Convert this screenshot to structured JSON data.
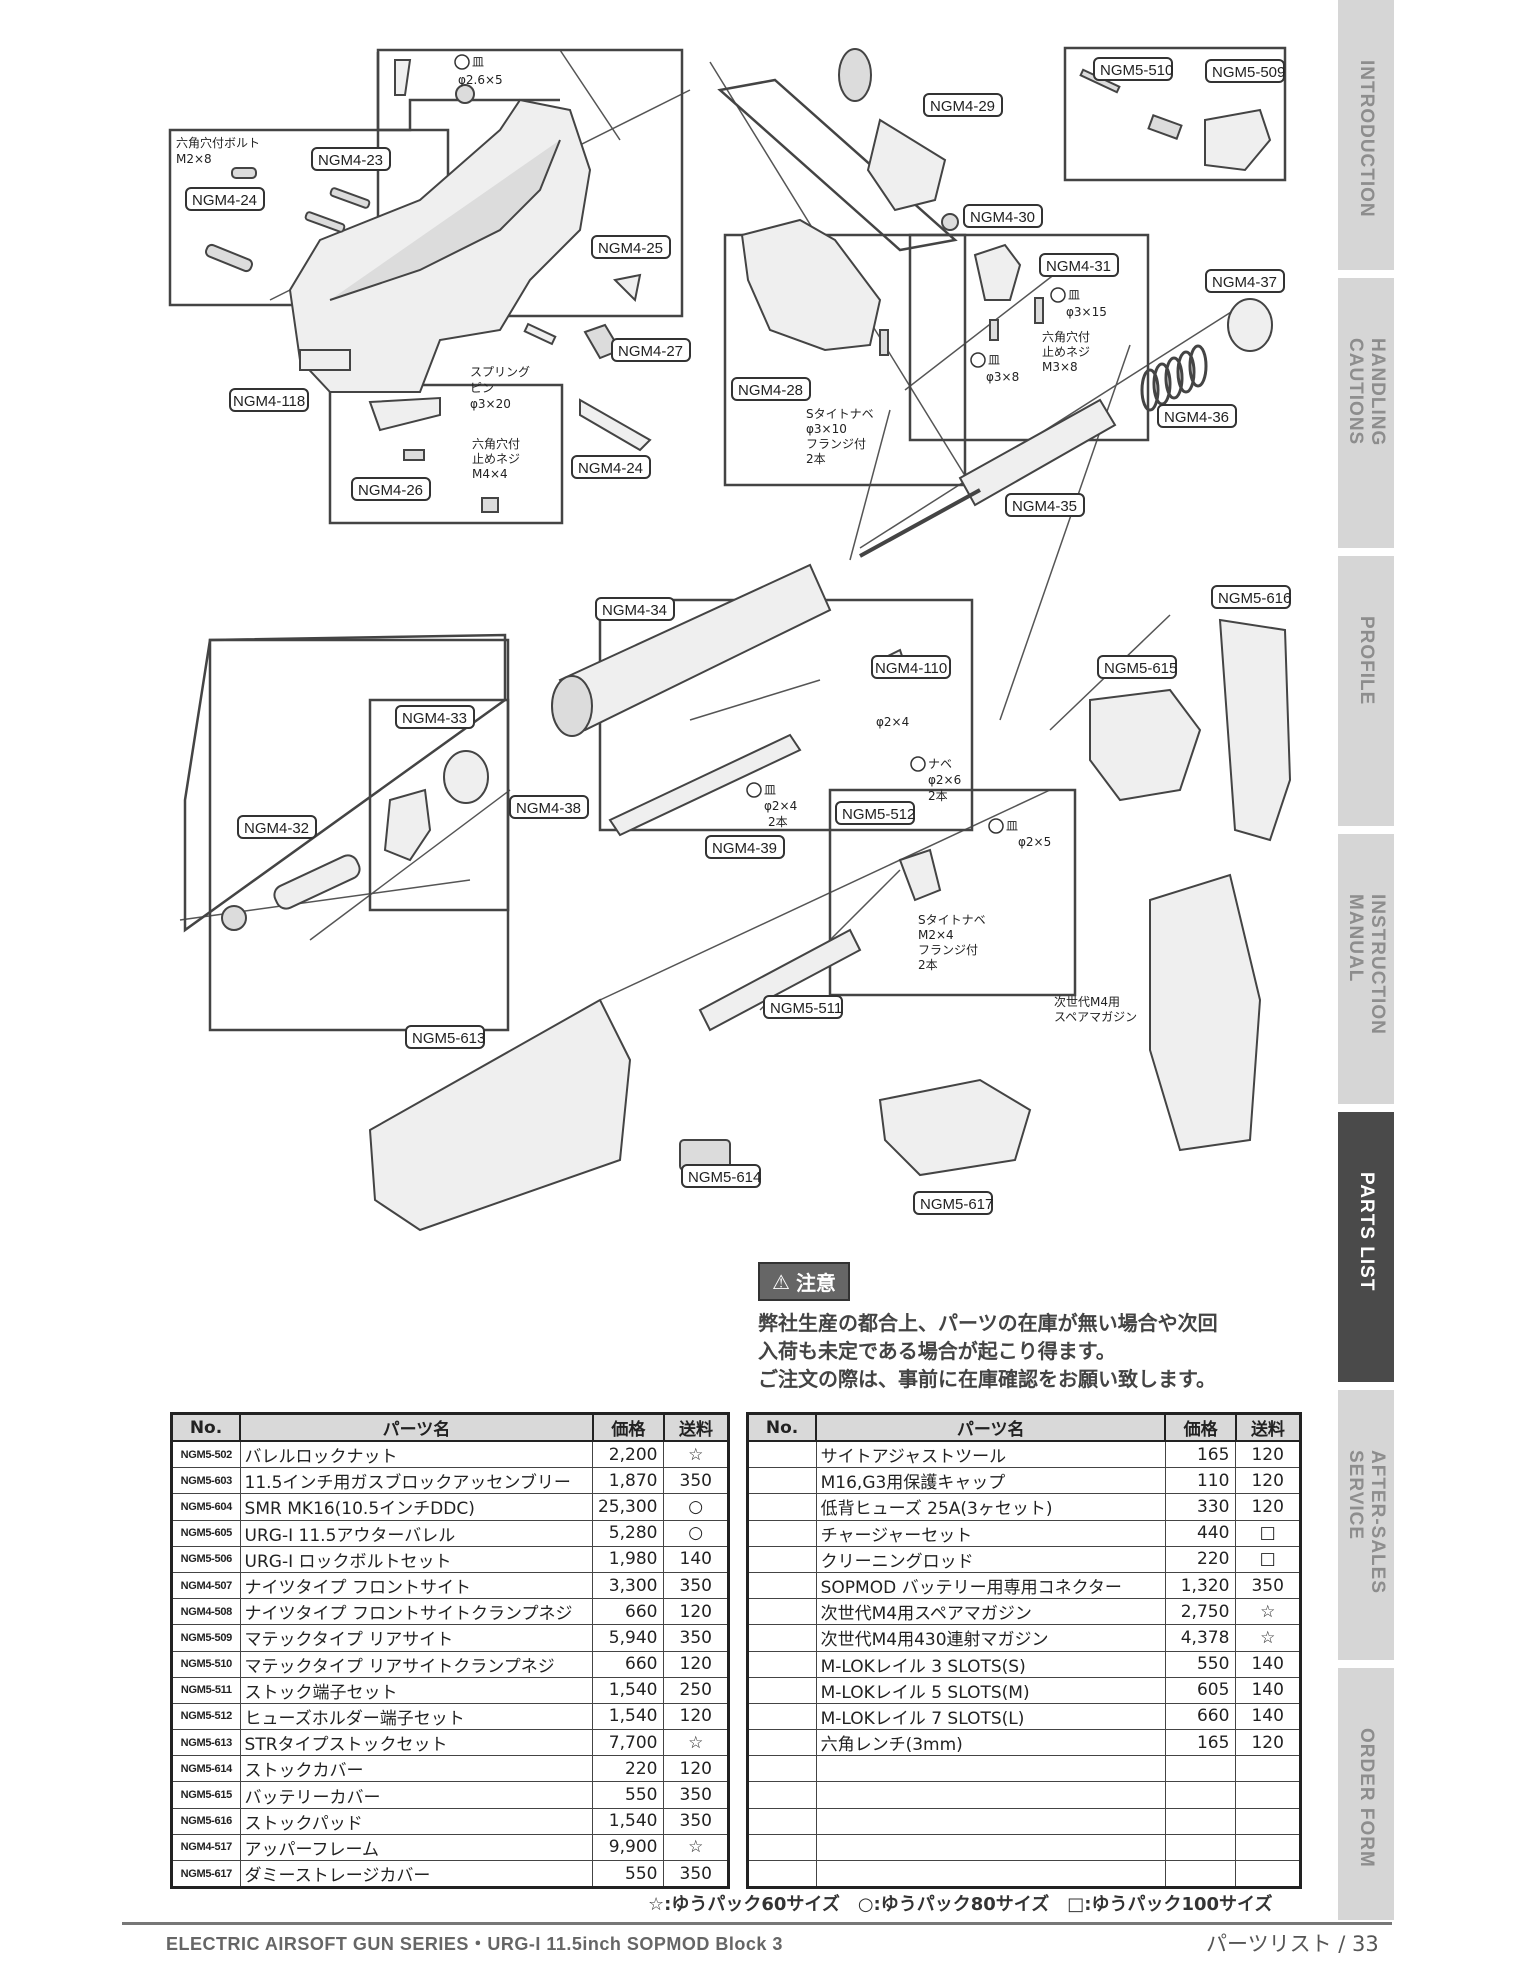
{
  "tabs": [
    {
      "label": "INTRODUCTION",
      "active": false
    },
    {
      "label": "HANDLING CAUTIONS",
      "active": false
    },
    {
      "label": "PROFILE",
      "active": false
    },
    {
      "label": "INSTRUCTION MANUAL",
      "active": false
    },
    {
      "label": "PARTS LIST",
      "active": true
    },
    {
      "label": "AFTER-SALES SERVICE",
      "active": false
    },
    {
      "label": "ORDER FORM",
      "active": false
    }
  ],
  "diagram": {
    "labels": {
      "ngm4_23": "NGM4-23",
      "ngm4_24a": "NGM4-24",
      "ngm4_25": "NGM4-25",
      "ngm4_27": "NGM4-27",
      "ngm4_118": "NGM4-118",
      "ngm4_26": "NGM4-26",
      "ngm4_24b": "NGM4-24",
      "ngm4_29": "NGM4-29",
      "ngm4_30": "NGM4-30",
      "ngm4_31": "NGM4-31",
      "ngm4_28": "NGM4-28",
      "ngm5_510": "NGM5-510",
      "ngm5_509": "NGM5-509",
      "ngm4_37": "NGM4-37",
      "ngm4_36": "NGM4-36",
      "ngm4_35": "NGM4-35",
      "ngm4_34": "NGM4-34",
      "ngm4_110": "NGM4-110",
      "ngm5_616": "NGM5-616",
      "ngm5_615": "NGM5-615",
      "ngm4_33": "NGM4-33",
      "ngm4_32": "NGM4-32",
      "ngm4_38": "NGM4-38",
      "ngm4_39": "NGM4-39",
      "ngm5_512": "NGM5-512",
      "ngm5_511": "NGM5-511",
      "ngm5_613": "NGM5-613",
      "ngm5_614": "NGM5-614",
      "ngm5_617": "NGM5-617"
    },
    "notes": {
      "screw_26x5": "φ2.6×5",
      "screw_26x5_badge": "皿",
      "hex_bolt_title": "六角穴付ボルト",
      "hex_bolt_size": "M2×8",
      "spring_pin_1": "スプリング",
      "spring_pin_2": "ピン",
      "spring_pin_3": "φ3×20",
      "set_screw_1": "六角穴付",
      "set_screw_2": "止めネジ",
      "set_screw_3": "M4×4",
      "s_tight_1": "Sタイトナベ",
      "s_tight_2": "φ3×10",
      "s_tight_3": "フランジ付",
      "s_tight_4": "2本",
      "screw_3x15": "φ3×15",
      "screw_3x15_badge": "皿",
      "set_screw_b1": "六角穴付",
      "set_screw_b2": "止めネジ",
      "set_screw_b3": "M3×8",
      "screw_3x8": "φ3×8",
      "screw_3x8_badge": "皿",
      "screw_2x4a": "φ2×4",
      "screw_2x4b": "φ2×4",
      "screw_2x4b_badge": "皿",
      "screw_2x4b_qty": "2本",
      "nabe_2x6_type": "ナベ",
      "nabe_2x6": "φ2×6",
      "nabe_2x6_qty": "2本",
      "screw_2x5": "φ2×5",
      "screw_2x5_badge": "皿",
      "s_tight_b1": "Sタイトナベ",
      "s_tight_b2": "M2×4",
      "s_tight_b3": "フランジ付",
      "s_tight_b4": "2本",
      "spare_mag_1": "次世代M4用",
      "spare_mag_2": "スペアマガジン"
    }
  },
  "caution": {
    "title": "注意",
    "text": "弊社生産の都合上、パーツの在庫が無い場合や次回\n入荷も未定である場合が起こり得ます。\nご注文の際は、事前に在庫確認をお願い致します。"
  },
  "table_headers": {
    "no": "No.",
    "name": "パーツ名",
    "price": "価格",
    "shipping": "送料"
  },
  "parts_left": [
    {
      "no": "NGM5-502",
      "name": "バレルロックナット",
      "price": "2,200",
      "shipping": "☆"
    },
    {
      "no": "NGM5-603",
      "name": "11.5インチ用ガスブロックアッセンブリー",
      "price": "1,870",
      "shipping": "350"
    },
    {
      "no": "NGM5-604",
      "name": "SMR MK16(10.5インチDDC)",
      "price": "25,300",
      "shipping": "○"
    },
    {
      "no": "NGM5-605",
      "name": "URG-I 11.5アウターバレル",
      "price": "5,280",
      "shipping": "○"
    },
    {
      "no": "NGM5-506",
      "name": "URG-I ロックボルトセット",
      "price": "1,980",
      "shipping": "140"
    },
    {
      "no": "NGM4-507",
      "name": "ナイツタイプ フロントサイト",
      "price": "3,300",
      "shipping": "350"
    },
    {
      "no": "NGM4-508",
      "name": "ナイツタイプ フロントサイトクランプネジ",
      "price": "660",
      "shipping": "120"
    },
    {
      "no": "NGM5-509",
      "name": "マテックタイプ リアサイト",
      "price": "5,940",
      "shipping": "350"
    },
    {
      "no": "NGM5-510",
      "name": "マテックタイプ リアサイトクランプネジ",
      "price": "660",
      "shipping": "120"
    },
    {
      "no": "NGM5-511",
      "name": "ストック端子セット",
      "price": "1,540",
      "shipping": "250"
    },
    {
      "no": "NGM5-512",
      "name": "ヒューズホルダー端子セット",
      "price": "1,540",
      "shipping": "120"
    },
    {
      "no": "NGM5-613",
      "name": "STRタイプストックセット",
      "price": "7,700",
      "shipping": "☆"
    },
    {
      "no": "NGM5-614",
      "name": "ストックカバー",
      "price": "220",
      "shipping": "120"
    },
    {
      "no": "NGM5-615",
      "name": "バッテリーカバー",
      "price": "550",
      "shipping": "350"
    },
    {
      "no": "NGM5-616",
      "name": "ストックパッド",
      "price": "1,540",
      "shipping": "350"
    },
    {
      "no": "NGM4-517",
      "name": "アッパーフレーム",
      "price": "9,900",
      "shipping": "☆"
    },
    {
      "no": "NGM5-617",
      "name": "ダミーストレージカバー",
      "price": "550",
      "shipping": "350"
    }
  ],
  "parts_right": [
    {
      "no": "",
      "name": "サイトアジャストツール",
      "price": "165",
      "shipping": "120"
    },
    {
      "no": "",
      "name": "M16,G3用保護キャップ",
      "price": "110",
      "shipping": "120"
    },
    {
      "no": "",
      "name": "低背ヒューズ 25A(3ヶセット)",
      "price": "330",
      "shipping": "120"
    },
    {
      "no": "",
      "name": "チャージャーセット",
      "price": "440",
      "shipping": "□"
    },
    {
      "no": "",
      "name": "クリーニングロッド",
      "price": "220",
      "shipping": "□"
    },
    {
      "no": "",
      "name": "SOPMOD バッテリー用専用コネクター",
      "price": "1,320",
      "shipping": "350"
    },
    {
      "no": "",
      "name": "次世代M4用スペアマガジン",
      "price": "2,750",
      "shipping": "☆"
    },
    {
      "no": "",
      "name": "次世代M4用430連射マガジン",
      "price": "4,378",
      "shipping": "☆"
    },
    {
      "no": "",
      "name": "M-LOKレイル 3 SLOTS(S)",
      "price": "550",
      "shipping": "140"
    },
    {
      "no": "",
      "name": "M-LOKレイル 5 SLOTS(M)",
      "price": "605",
      "shipping": "140"
    },
    {
      "no": "",
      "name": "M-LOKレイル 7 SLOTS(L)",
      "price": "660",
      "shipping": "140"
    },
    {
      "no": "",
      "name": "六角レンチ(3mm)",
      "price": "165",
      "shipping": "120"
    },
    {
      "no": "",
      "name": "",
      "price": "",
      "shipping": ""
    },
    {
      "no": "",
      "name": "",
      "price": "",
      "shipping": ""
    },
    {
      "no": "",
      "name": "",
      "price": "",
      "shipping": ""
    },
    {
      "no": "",
      "name": "",
      "price": "",
      "shipping": ""
    },
    {
      "no": "",
      "name": "",
      "price": "",
      "shipping": ""
    }
  ],
  "legend": "☆:ゆうパック60サイズ　○:ゆうパック80サイズ　□:ゆうパック100サイズ",
  "footer": {
    "series": "ELECTRIC AIRSOFT GUN SERIES・URG-I 11.5inch SOPMOD Block 3",
    "page": "パーツリスト / 33"
  }
}
